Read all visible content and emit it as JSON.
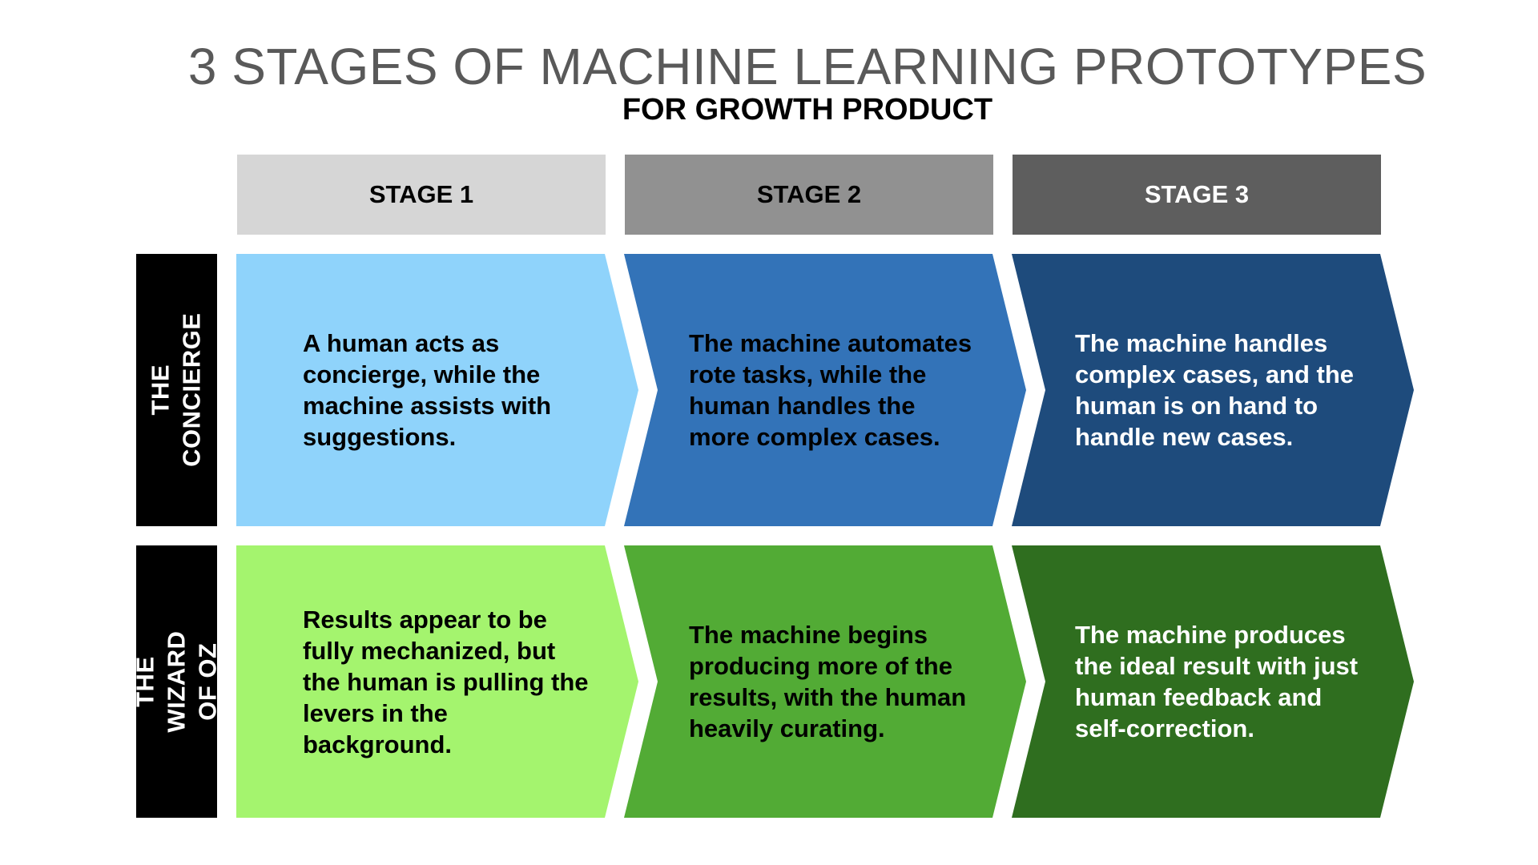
{
  "title": "3 STAGES OF MACHINE LEARNING PROTOTYPES",
  "subtitle": "FOR GROWTH PRODUCT",
  "stages": [
    {
      "label": "STAGE 1",
      "bg": "#d6d6d6",
      "fg": "#000000"
    },
    {
      "label": "STAGE 2",
      "bg": "#919191",
      "fg": "#000000"
    },
    {
      "label": "STAGE 3",
      "bg": "#5e5e5e",
      "fg": "#ffffff"
    }
  ],
  "rows": [
    {
      "label": "THE CONCIERGE",
      "cells": [
        {
          "text": "A human acts as\nconcierge, while the\nmachine assists with\nsuggestions.",
          "color": "#8fd3fb",
          "text_color": "#000000"
        },
        {
          "text": "The machine automates\nrote tasks, while the\nhuman handles the\nmore complex cases.",
          "color": "#3373b8",
          "text_color": "#000000"
        },
        {
          "text": "The machine handles\ncomplex cases, and the\nhuman is on hand to\nhandle new cases.",
          "color": "#1e4b7c",
          "text_color": "#ffffff"
        }
      ]
    },
    {
      "label": "THE WIZARD OF OZ",
      "cells": [
        {
          "text": "Results appear to be\nfully mechanized, but\nthe human is pulling the\nlevers in the\nbackground.",
          "color": "#a4f46e",
          "text_color": "#000000"
        },
        {
          "text": "The machine begins\nproducing more of the\nresults, with the human\nheavily curating.",
          "color": "#52ab35",
          "text_color": "#000000"
        },
        {
          "text": "The machine produces\nthe ideal result with just\nhuman feedback and\nself-correction.",
          "color": "#2f6e1f",
          "text_color": "#ffffff"
        }
      ]
    }
  ]
}
